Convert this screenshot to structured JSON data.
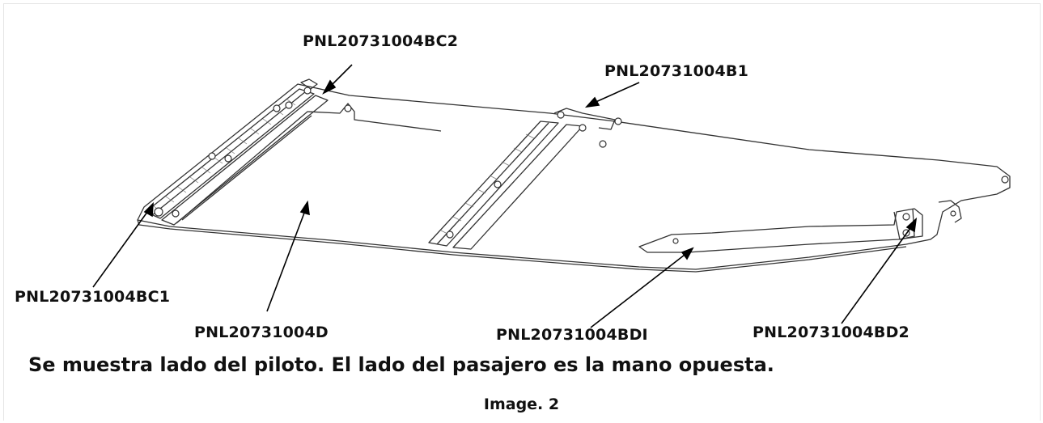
{
  "labels": {
    "bc2": "PNL20731004BC2",
    "b1": "PNL20731004B1",
    "bc1": "PNL20731004BC1",
    "d": "PNL20731004D",
    "bdi": "PNL20731004BDI",
    "bd2": "PNL20731004BD2"
  },
  "caption": "Se muestra lado del piloto. El lado del pasajero es la mano opuesta.",
  "figure_label": "Image. 2"
}
